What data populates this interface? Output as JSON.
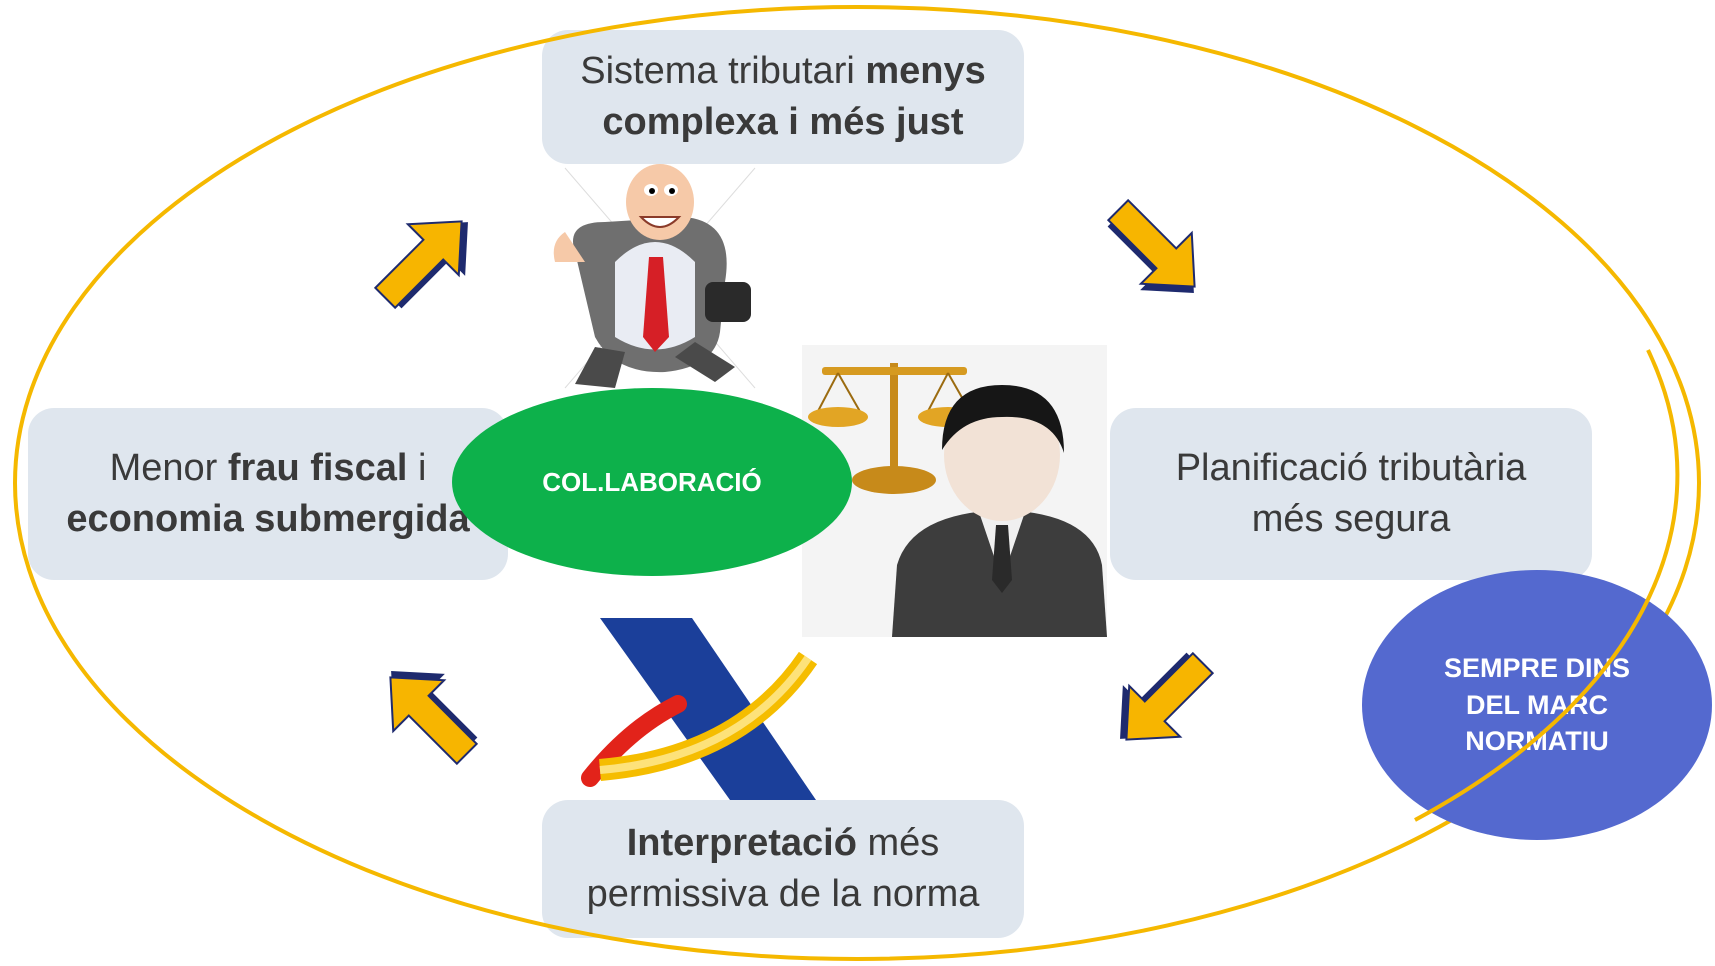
{
  "boxes": {
    "top": {
      "text": "Sistema tributari ",
      "bold": "menys complexa i més just"
    },
    "left": {
      "t1": "Menor ",
      "b1": "frau fiscal",
      "t2": " i ",
      "b2": "economia submergida"
    },
    "right": {
      "text": "Planificació tributària més segura"
    },
    "bottom": {
      "bold": "Interpretació",
      "text": " més permissiva de la norma"
    }
  },
  "center_label": "COL.LABORACIÓ",
  "side_label": "SEMPRE DINS DEL MARC NORMATIU",
  "icons": [
    "businessman-illustration",
    "scales-of-justice-icon",
    "lawyer-avatar-icon",
    "tax-agency-logo",
    "arrow-icon"
  ],
  "colors": {
    "ring": "#f5b800",
    "box": "#dfe6ee",
    "collab": "#0db14b",
    "marc": "#5469cf",
    "arrow_fill": "#f7b500",
    "arrow_edge": "#1e2a6e"
  }
}
